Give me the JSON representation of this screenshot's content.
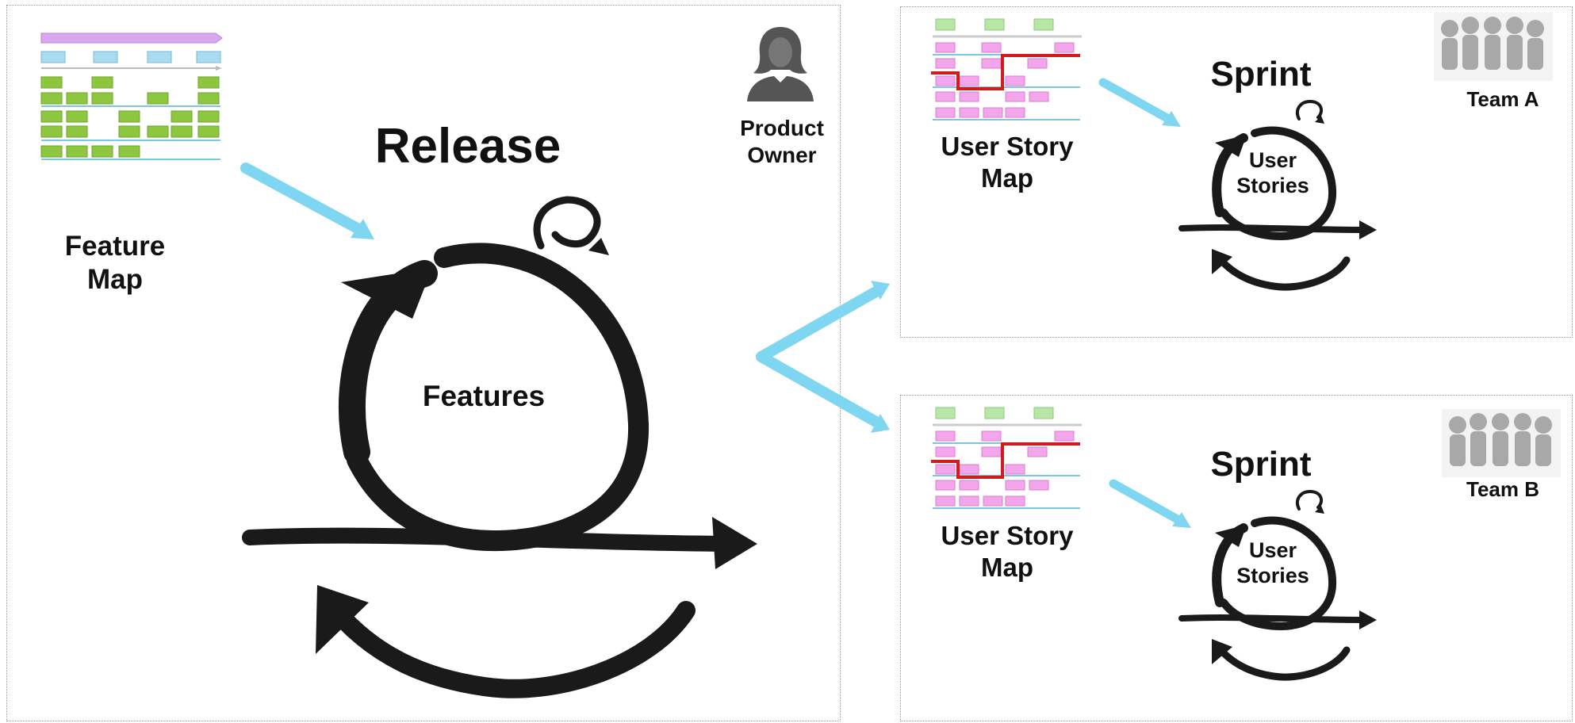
{
  "release": {
    "title": "Release",
    "feature_map_label": "Feature Map",
    "product_owner_label": "Product Owner",
    "cycle_label": "Features"
  },
  "sprints": [
    {
      "title": "Sprint",
      "story_map_label": "User Story Map",
      "cycle_label": "User Stories",
      "team_label": "Team A"
    },
    {
      "title": "Sprint",
      "story_map_label": "User Story Map",
      "cycle_label": "User Stories",
      "team_label": "Team B"
    }
  ],
  "colors": {
    "feature_card": "#8dc63f",
    "activity_card": "#a8dcf0",
    "epic_bar": "#d9a6f0",
    "story_card": "#f4a6ec",
    "story_header": "#b8e6a4",
    "release_line": "#d21b1b",
    "flow_arrow": "#7fd6f0",
    "cycle_ink": "#1a1a1a",
    "figure_gray": "#555555"
  },
  "icons": {
    "product_owner": "person-icon",
    "team": "team-figures-icon",
    "flow": "arrow-icon",
    "cycle": "iteration-cycle-icon"
  }
}
